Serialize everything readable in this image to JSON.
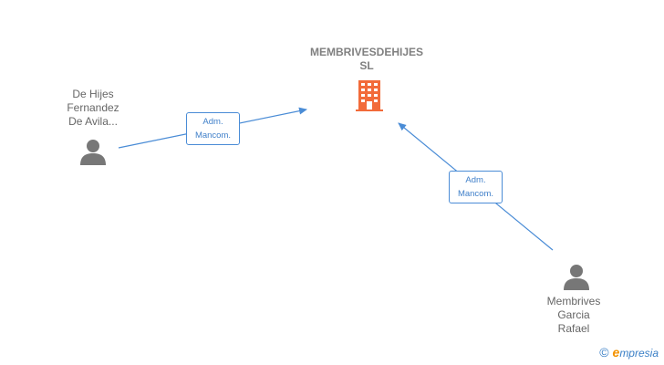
{
  "company": {
    "name_line1": "MEMBRIVESDEHIJES",
    "name_line2": "SL",
    "icon": "building-icon",
    "icon_color": "#f26b3a"
  },
  "people": [
    {
      "line1": "De Hijes",
      "line2": "Fernandez",
      "line3": "De Avila...",
      "icon": "person-icon"
    },
    {
      "line1": "Membrives",
      "line2": "Garcia",
      "line3": "Rafael",
      "icon": "person-icon"
    }
  ],
  "relations": [
    {
      "line1": "Adm.",
      "line2": "Mancom."
    },
    {
      "line1": "Adm.",
      "line2": "Mancom."
    }
  ],
  "colors": {
    "edge": "#4a8cd6",
    "person": "#777777",
    "text": "#777777"
  },
  "footer": {
    "copyright_symbol": "©",
    "brand_initial": "e",
    "brand_rest": "mpresia"
  }
}
